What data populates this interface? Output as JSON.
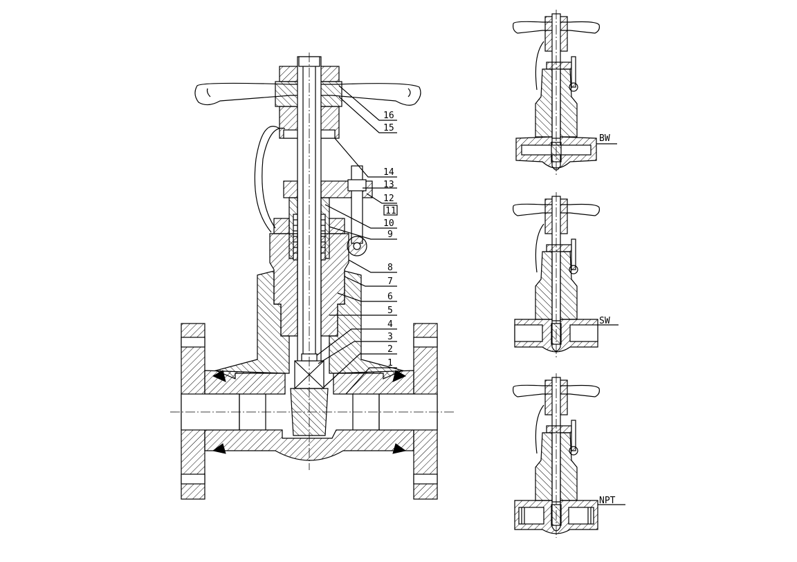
{
  "callouts": [
    "16",
    "15",
    "14",
    "13",
    "12",
    "11",
    "10",
    "9",
    "8",
    "7",
    "6",
    "5",
    "4",
    "3",
    "2",
    "1"
  ],
  "variants": [
    "BW",
    "SW",
    "NPT"
  ]
}
